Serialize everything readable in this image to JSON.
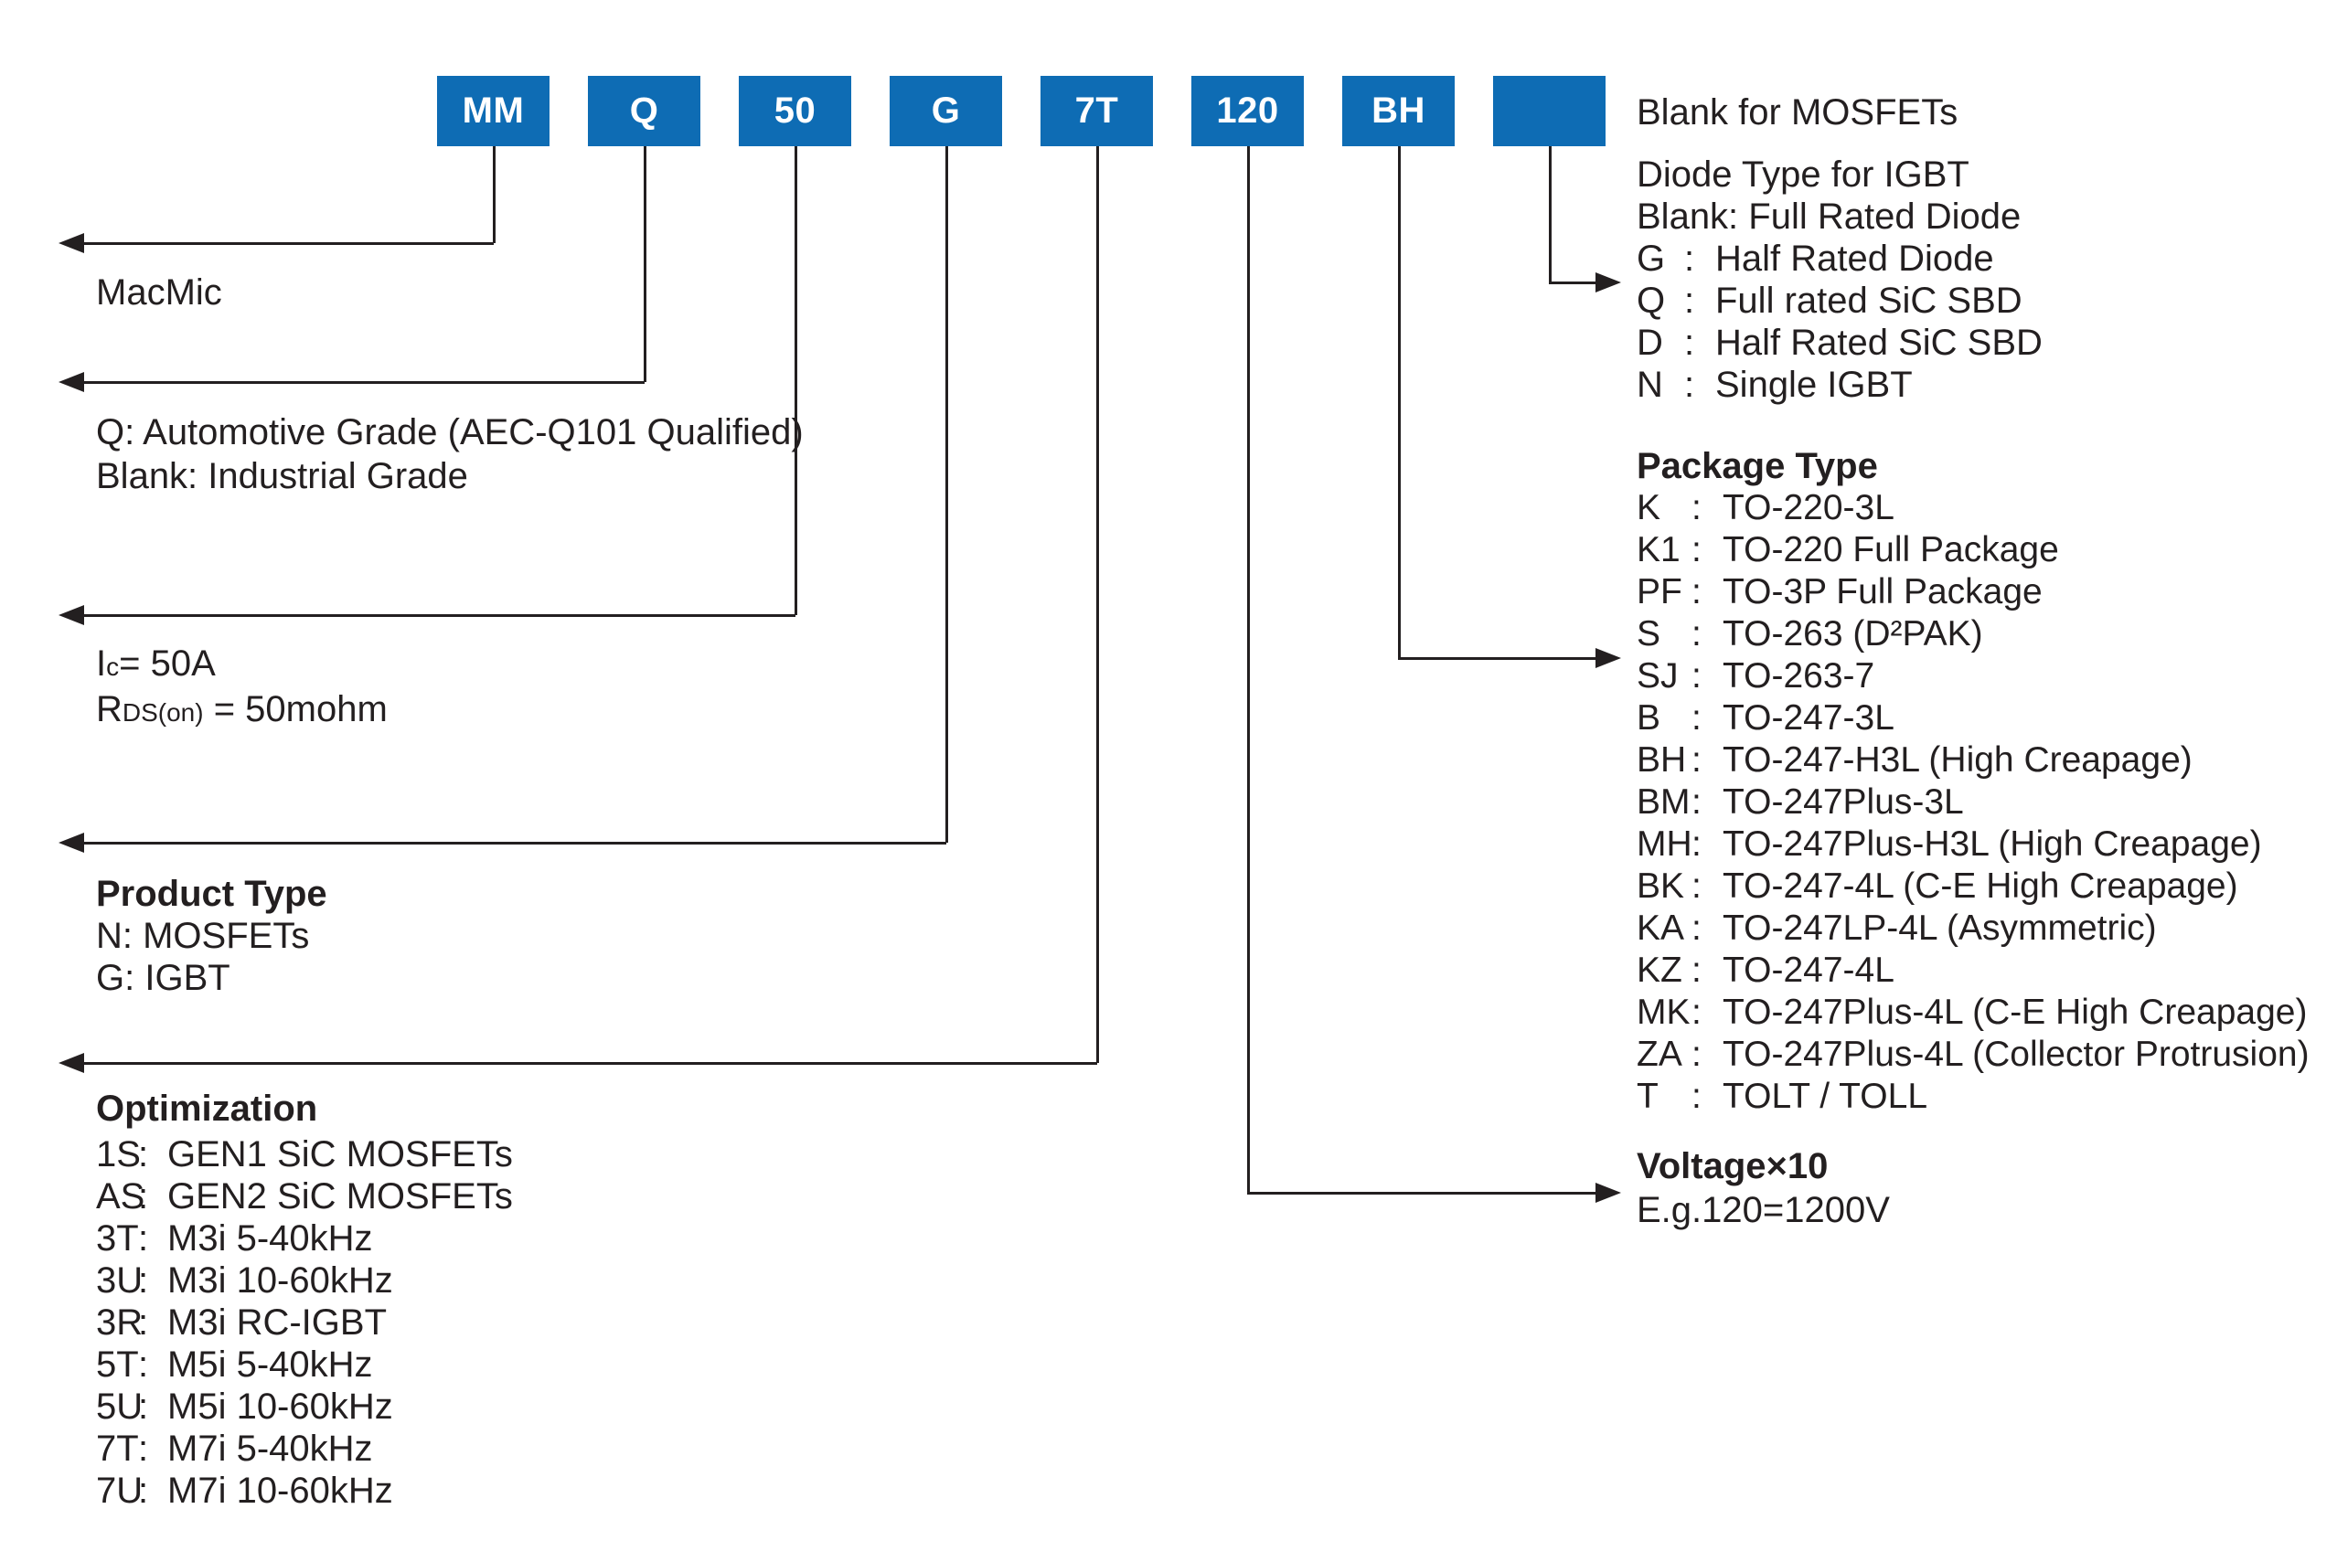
{
  "punct": {
    "colon": ":"
  },
  "colors": {
    "accent_blue": "#0e6cb4",
    "line_black": "#231f20"
  },
  "boxes": [
    {
      "label": "MM"
    },
    {
      "label": "Q"
    },
    {
      "label": "50"
    },
    {
      "label": "G"
    },
    {
      "label": "7T"
    },
    {
      "label": "120"
    },
    {
      "label": "BH"
    },
    {
      "label": ""
    }
  ],
  "left": {
    "brand": "MacMic",
    "grade_line1": "Q: Automotive Grade (AEC-Q101 Qualified)",
    "grade_line2": "Blank: Industrial Grade",
    "current": {
      "base": "I",
      "sub": "c",
      "rest": "= 50A"
    },
    "rdson": {
      "base": "R",
      "sub": "DS(on)",
      "rest": " = 50mohm"
    },
    "product_type": {
      "title": "Product Type",
      "items": [
        "N: MOSFETs",
        "G: IGBT"
      ]
    },
    "optimization": {
      "title": "Optimization",
      "items": [
        {
          "code": "1S",
          "desc": "GEN1 SiC MOSFETs"
        },
        {
          "code": "AS",
          "desc": "GEN2 SiC MOSFETs"
        },
        {
          "code": "3T",
          "desc": "M3i 5-40kHz"
        },
        {
          "code": "3U",
          "desc": "M3i 10-60kHz"
        },
        {
          "code": "3R",
          "desc": "M3i RC-IGBT"
        },
        {
          "code": "5T",
          "desc": "M5i 5-40kHz"
        },
        {
          "code": "5U",
          "desc": "M5i 10-60kHz"
        },
        {
          "code": "7T",
          "desc": "M7i 5-40kHz"
        },
        {
          "code": "7U",
          "desc": "M7i 10-60kHz"
        }
      ]
    }
  },
  "right": {
    "blank_for_mosfets": "Blank for MOSFETs",
    "diode": {
      "title": "Diode Type for IGBT",
      "subtitle": "Blank: Full Rated Diode",
      "items": [
        {
          "code": "G",
          "desc": "Half Rated Diode"
        },
        {
          "code": "Q",
          "desc": "Full rated SiC SBD"
        },
        {
          "code": "D",
          "desc": "Half Rated SiC SBD"
        },
        {
          "code": "N",
          "desc": "Single IGBT"
        }
      ]
    },
    "package": {
      "title": "Package Type",
      "items": [
        {
          "code": "K",
          "desc": "TO-220-3L"
        },
        {
          "code": "K1",
          "desc": "TO-220 Full Package"
        },
        {
          "code": "PF",
          "desc": "TO-3P Full Package"
        },
        {
          "code": "S",
          "desc": "TO-263 (D²PAK)"
        },
        {
          "code": "SJ",
          "desc": "TO-263-7"
        },
        {
          "code": "B",
          "desc": "TO-247-3L"
        },
        {
          "code": "BH",
          "desc": "TO-247-H3L (High Creapage)"
        },
        {
          "code": "BM",
          "desc": "TO-247Plus-3L"
        },
        {
          "code": "MH",
          "desc": "TO-247Plus-H3L (High Creapage)"
        },
        {
          "code": "BK",
          "desc": "TO-247-4L (C-E High Creapage)"
        },
        {
          "code": "KA",
          "desc": "TO-247LP-4L (Asymmetric)"
        },
        {
          "code": "KZ",
          "desc": "TO-247-4L"
        },
        {
          "code": "MK",
          "desc": "TO-247Plus-4L (C-E High Creapage)"
        },
        {
          "code": "ZA",
          "desc": "TO-247Plus-4L (Collector Protrusion)"
        },
        {
          "code": "T",
          "desc": "TOLT / TOLL"
        }
      ]
    },
    "voltage": {
      "title": "Voltage×10",
      "example": "E.g.120=1200V"
    }
  }
}
